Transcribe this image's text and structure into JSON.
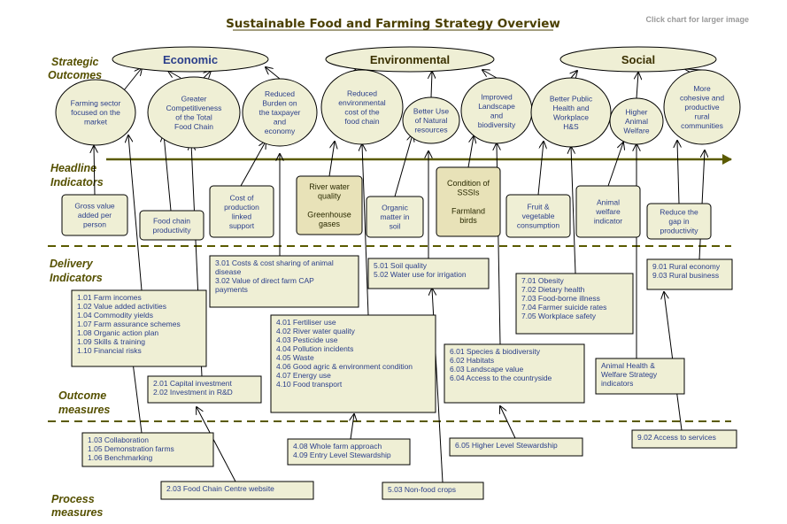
{
  "title": "Sustainable Food and Farming Strategy Overview",
  "click_note": "Click chart for larger image",
  "side_labels": {
    "strategic": [
      "Strategic",
      "Outcomes"
    ],
    "headline": [
      "Headline",
      "Indicators"
    ],
    "delivery": [
      "Delivery",
      "Indicators"
    ],
    "outcome": [
      "Outcome",
      "measures"
    ],
    "process": [
      "Process",
      "measures"
    ]
  },
  "themes": [
    {
      "id": "economic",
      "label": "Economic"
    },
    {
      "id": "environmental",
      "label": "Environmental"
    },
    {
      "id": "social",
      "label": "Social"
    }
  ],
  "outcomes": [
    {
      "id": "farming-sector",
      "lines": [
        "Farming sector",
        "focused on the",
        "market"
      ]
    },
    {
      "id": "greater-competitiveness",
      "lines": [
        "Greater",
        "Competitiveness",
        "of the Total",
        "Food Chain"
      ]
    },
    {
      "id": "reduced-burden",
      "lines": [
        "Reduced",
        "Burden on",
        "the taxpayer",
        "and",
        "economy"
      ]
    },
    {
      "id": "reduced-environmental-cost",
      "lines": [
        "Reduced",
        "environmental",
        "cost of the",
        "food chain"
      ]
    },
    {
      "id": "better-natural-resources",
      "lines": [
        "Better Use",
        "of Natural",
        "resources"
      ]
    },
    {
      "id": "improved-landscape",
      "lines": [
        "Improved",
        "Landscape",
        "and",
        "biodiversity"
      ]
    },
    {
      "id": "better-public-health",
      "lines": [
        "Better Public",
        "Health and",
        "Workplace",
        "H&S"
      ]
    },
    {
      "id": "higher-animal-welfare",
      "lines": [
        "Higher",
        "Animal",
        "Welfare"
      ]
    },
    {
      "id": "cohesive-rural",
      "lines": [
        "More",
        "cohesive and",
        "productive",
        "rural",
        "communities"
      ]
    }
  ],
  "headline_indicators": [
    {
      "id": "gross-value",
      "lines": [
        "Gross value",
        "added per",
        "person"
      ]
    },
    {
      "id": "food-chain-productivity",
      "lines": [
        "Food chain",
        "productivity"
      ]
    },
    {
      "id": "cost-of-production",
      "lines": [
        "Cost of",
        "production",
        "linked",
        "support"
      ]
    },
    {
      "id": "river-water-quality",
      "lines": [
        "River water",
        "quality",
        "",
        "Greenhouse",
        "gases"
      ]
    },
    {
      "id": "organic-matter",
      "lines": [
        "Organic",
        "matter in",
        "soil"
      ]
    },
    {
      "id": "condition-sssis",
      "lines": [
        "Condition of",
        "SSSIs",
        "",
        "Farmland",
        "birds"
      ]
    },
    {
      "id": "fruit-vegetable",
      "lines": [
        "Fruit &",
        "vegetable",
        "consumption"
      ]
    },
    {
      "id": "animal-welfare-indicator",
      "lines": [
        "Animal",
        "welfare",
        "indicator"
      ]
    },
    {
      "id": "reduce-gap",
      "lines": [
        "Reduce the",
        "gap in",
        "productivity"
      ]
    }
  ],
  "measures": [
    {
      "id": "m-301-302",
      "lines": [
        "3.01 Costs & cost sharing of animal",
        "disease",
        "3.02 Value of direct farm CAP",
        "payments"
      ]
    },
    {
      "id": "m-501-502",
      "lines": [
        "5.01 Soil quality",
        "5.02 Water use for irrigation"
      ]
    },
    {
      "id": "m-901-903",
      "lines": [
        "9.01 Rural economy",
        "9.03 Rural business"
      ]
    },
    {
      "id": "m-701-705",
      "lines": [
        "7.01 Obesity",
        "7.02 Dietary health",
        "7.03 Food-borne illness",
        "7.04 Farmer suicide rates",
        "7.05 Workplace safety"
      ]
    },
    {
      "id": "m-101-110",
      "lines": [
        "1.01 Farm incomes",
        "1.02 Value added activities",
        "1.04 Commodity yields",
        "1.07 Farm assurance schemes",
        "1.08 Organic action plan",
        "1.09 Skills & training",
        "1.10 Financial risks"
      ]
    },
    {
      "id": "m-401-410",
      "lines": [
        "4.01 Fertiliser use",
        "4.02 River water quality",
        "4.03 Pesticide use",
        "4.04 Pollution incidents",
        "4.05 Waste",
        "4.06 Good agric & environment condition",
        "4.07 Energy use",
        "4.10 Food transport"
      ]
    },
    {
      "id": "m-601-604",
      "lines": [
        "6.01 Species & biodiversity",
        "6.02 Habitats",
        "6.03 Landscape value",
        "6.04 Access to the countryside"
      ]
    },
    {
      "id": "m-animal-health",
      "lines": [
        "Animal Health &",
        "Welfare Strategy",
        "indicators"
      ]
    },
    {
      "id": "m-201-202",
      "lines": [
        "2.01 Capital investment",
        "2.02 Investment in R&D"
      ]
    },
    {
      "id": "m-103-106",
      "lines": [
        "1.03 Collaboration",
        "1.05 Demonstration farms",
        "1.06 Benchmarking"
      ]
    },
    {
      "id": "m-408-409",
      "lines": [
        "4.08 Whole farm approach",
        "4.09 Entry Level Stewardship"
      ]
    },
    {
      "id": "m-605",
      "lines": [
        "6.05 Higher Level Stewardship"
      ]
    },
    {
      "id": "m-902",
      "lines": [
        "9.02 Access to services"
      ]
    },
    {
      "id": "m-203",
      "lines": [
        "2.03 Food Chain Centre website"
      ]
    },
    {
      "id": "m-503",
      "lines": [
        "5.03 Non-food crops"
      ]
    }
  ],
  "colors": {
    "fill": "#efefd5",
    "stroke": "#000000",
    "title": "#4a3f00",
    "section_label": "#555000",
    "blue_text": "#2a3e8a",
    "arrow_divider": "#5a5a00",
    "yellow_box": "#e8e2b8"
  }
}
